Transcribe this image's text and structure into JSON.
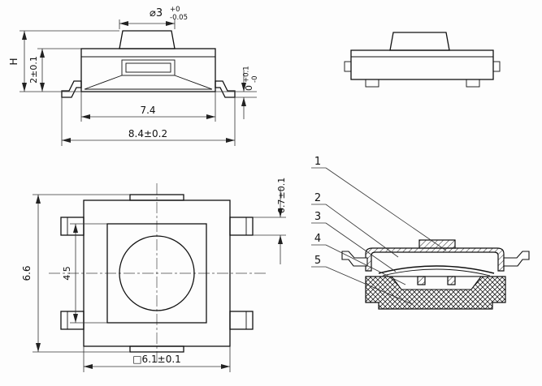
{
  "drawing": {
    "front_view": {
      "dim_dia_main": "⌀3",
      "dim_dia_sup": "+0",
      "dim_dia_sub": "-0.05",
      "dim_total_height": "H",
      "dim_body_height": "2±0.1",
      "dim_standoff_main": "0",
      "dim_standoff_sup": "+0.1",
      "dim_standoff_sub": "-0",
      "dim_body_width": "7.4",
      "dim_lead_span": "8.4±0.2"
    },
    "top_view": {
      "dim_overall_height": "6.6",
      "dim_inner_size": "4.5",
      "dim_lead_width": "0.7±0.1",
      "dim_body_square": "□6.1±0.1"
    },
    "section_view": {
      "callout_1": "1",
      "callout_2": "2",
      "callout_3": "3",
      "callout_4": "4",
      "callout_5": "5"
    },
    "ink_color": "#111111"
  }
}
